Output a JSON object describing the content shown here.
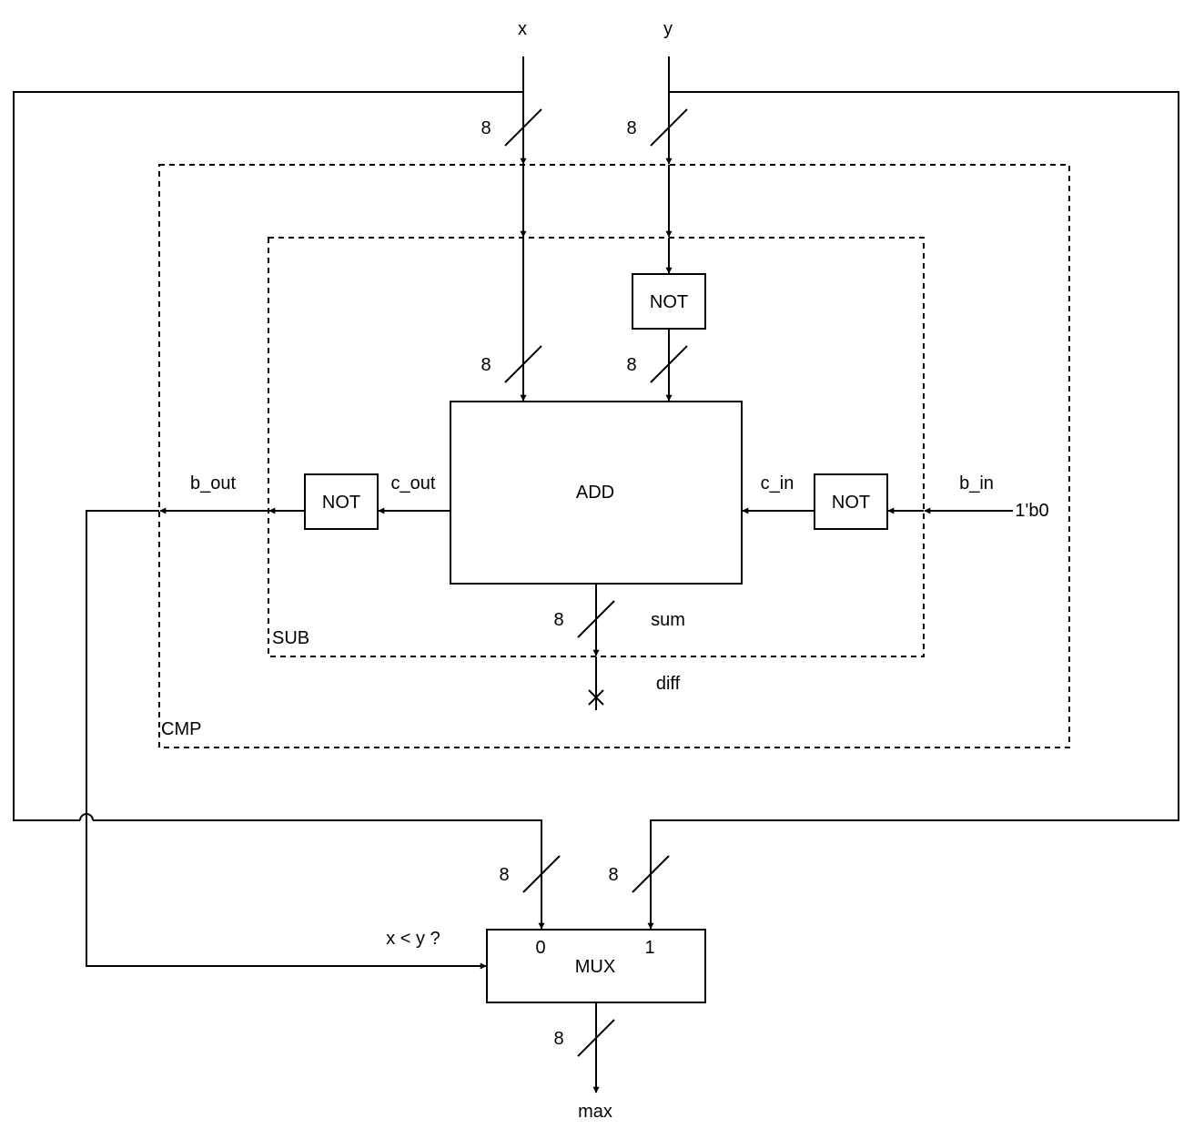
{
  "inputs": {
    "x": "x",
    "y": "y"
  },
  "output": "max",
  "boxes": {
    "cmp": "CMP",
    "sub": "SUB",
    "add": "ADD",
    "not_y": "NOT",
    "not_cout": "NOT",
    "not_cin": "NOT",
    "mux": "MUX"
  },
  "signals": {
    "b_out": "b_out",
    "c_out": "c_out",
    "c_in": "c_in",
    "b_in": "b_in",
    "b_in_const": "1'b0",
    "sum": "sum",
    "diff": "diff",
    "select": "x < y ?"
  },
  "mux_ports": {
    "in0": "0",
    "in1": "1"
  },
  "bus_widths": {
    "x_in": "8",
    "y_in": "8",
    "add_a": "8",
    "add_b": "8",
    "sum": "8",
    "mux_in0": "8",
    "mux_in1": "8",
    "mux_out": "8"
  },
  "colors": {
    "line": "#000000",
    "background": "#ffffff"
  }
}
